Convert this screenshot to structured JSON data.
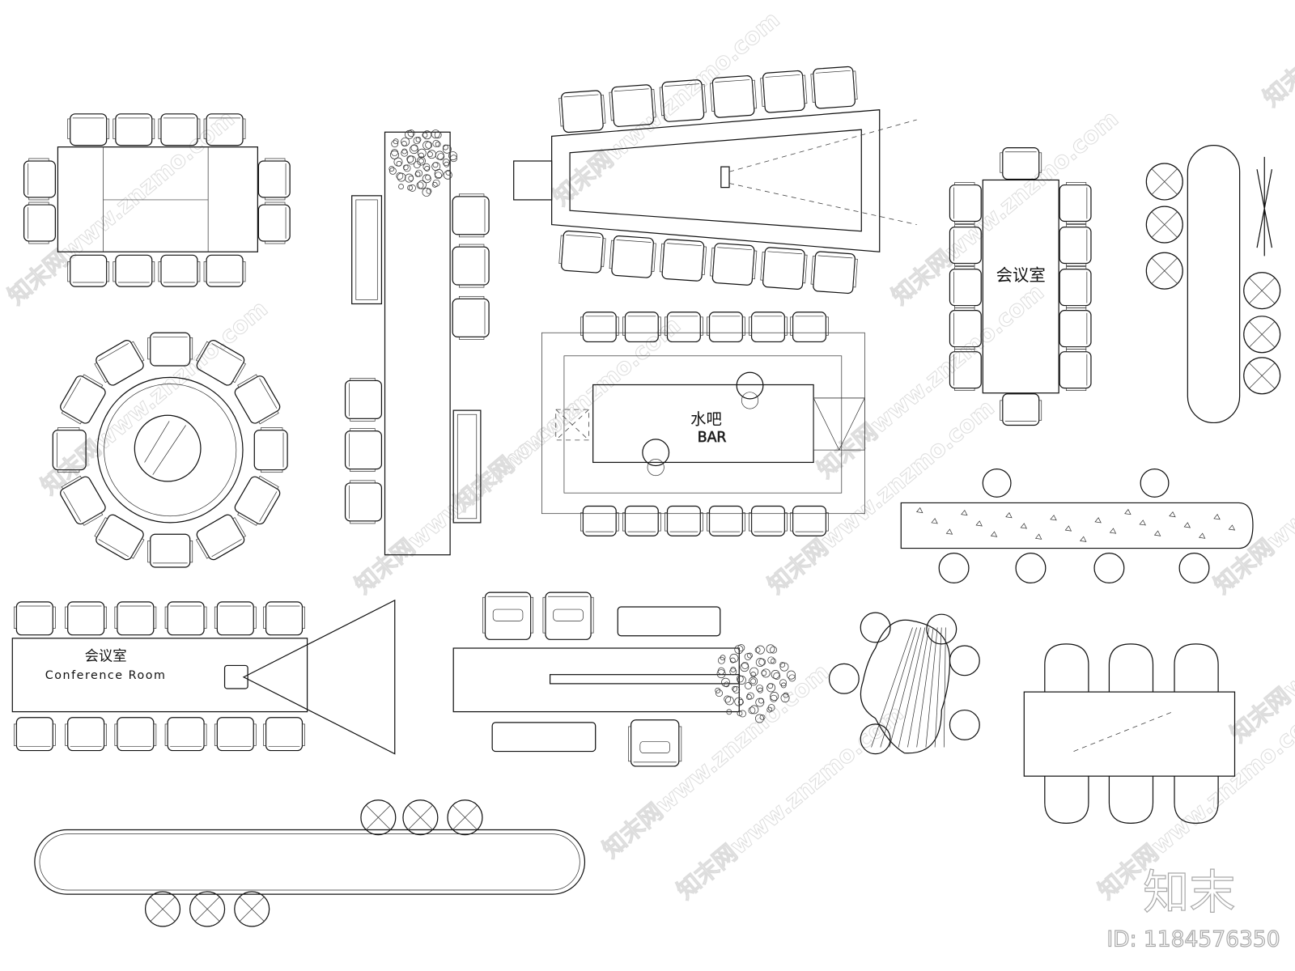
{
  "labels": {
    "meeting_room_vertical": "会议室",
    "bar_cn": "水吧",
    "bar_en": "BAR",
    "conference_cn": "会议室",
    "conference_en": "Conference Room"
  },
  "watermark": {
    "text": "知末网www.znzmo.com",
    "logo": "知末",
    "id": "ID: 1184576350"
  },
  "colors": {
    "line": "#111111",
    "watermark": "#dddddd",
    "background": "#ffffff"
  }
}
